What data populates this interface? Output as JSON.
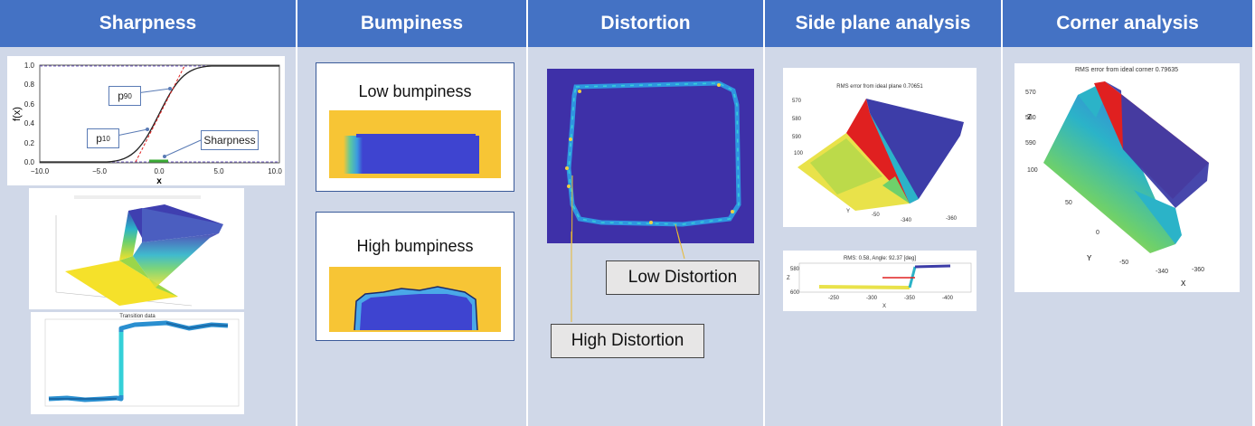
{
  "columns": [
    {
      "title": "Sharpness"
    },
    {
      "title": "Bumpiness"
    },
    {
      "title": "Distortion"
    },
    {
      "title": "Side plane analysis"
    },
    {
      "title": "Corner analysis"
    }
  ],
  "sharpness": {
    "ylabel": "f(x)",
    "xlabel": "x",
    "yticks": [
      "0.0",
      "0.2",
      "0.4",
      "0.6",
      "0.8",
      "1.0"
    ],
    "xticks": [
      "−10.0",
      "−5.0",
      "0.0",
      "5.0",
      "10.0"
    ],
    "p90": "p",
    "p90_sub": "90",
    "p10": "p",
    "p10_sub": "10",
    "sharpness_label": "Sharpness",
    "plot3_title": "Transition data"
  },
  "bumpiness": {
    "low_label": "Low bumpiness",
    "high_label": "High bumpiness"
  },
  "distortion": {
    "low_label": "Low Distortion",
    "high_label": "High Distortion"
  },
  "side_plane": {
    "plot1_title": "RMS error from ideal plane 0.70651",
    "plot1_ticks_z": [
      "570",
      "580",
      "590",
      "100"
    ],
    "plot1_ticks_y": [
      "Y",
      "-50"
    ],
    "plot1_ticks_x": [
      "-340",
      "-360"
    ],
    "plot2_title": "RMS: 0.58,  Angle: 92.37 [deg]",
    "plot2_ticks_x": [
      "-250",
      "-300",
      "-350",
      "-400"
    ],
    "plot2_ticks_y": [
      "580",
      "600"
    ],
    "plot2_xlabel": "X",
    "plot2_zlabel": "Z"
  },
  "corner": {
    "title": "RMS error from ideal corner 0.79635",
    "zlabel": "Z",
    "zticks": [
      "570",
      "580",
      "590",
      "100"
    ],
    "yticks": [
      "50",
      "0",
      "-50"
    ],
    "ylabel": "Y",
    "xticks": [
      "-340",
      "-360"
    ],
    "xlabel": "X"
  }
}
